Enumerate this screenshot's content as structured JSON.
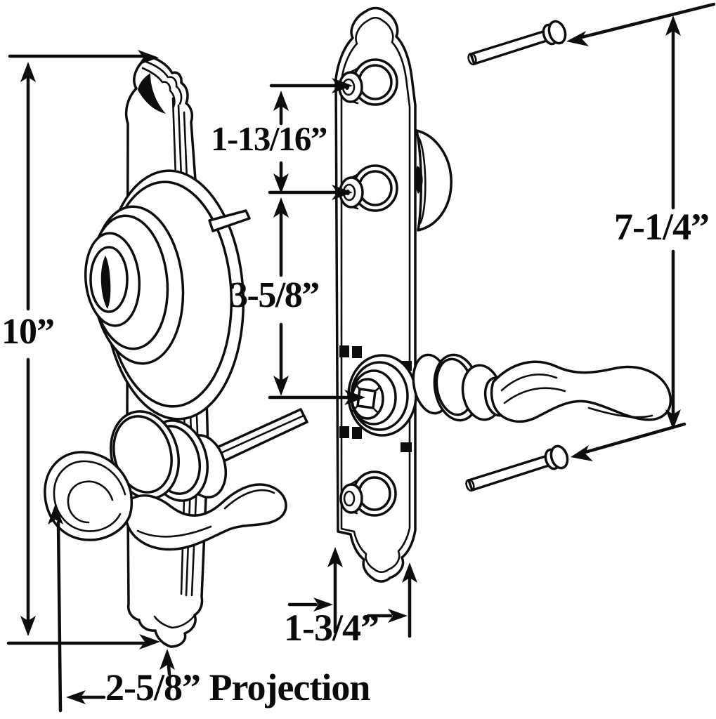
{
  "figure": {
    "background_color": "#ffffff",
    "line_color": "#0d0d0d"
  },
  "dimension_labels": {
    "overall_height": "10”",
    "top_screw_spacing": "1-13/16”",
    "screw_to_spindle": "3-5/8”",
    "screw_post_span": "7-1/4”",
    "plate_width": "1-3/4”",
    "lever_projection": "2-5/8” Projection"
  }
}
